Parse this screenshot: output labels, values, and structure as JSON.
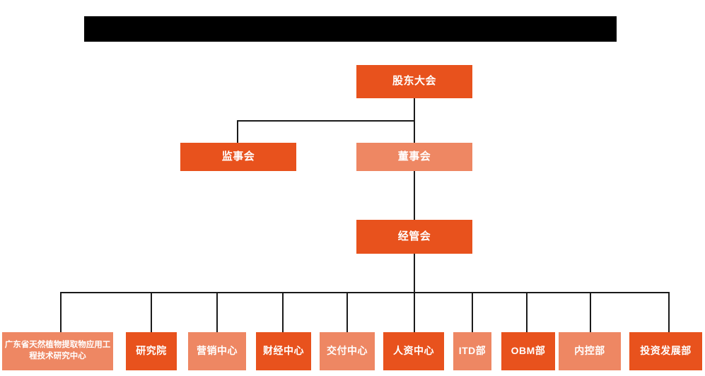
{
  "chart": {
    "type": "org-chart",
    "background_color": "#FFFFFF",
    "palette": {
      "dark_orange": "#E8521D",
      "light_orange": "#EE8763",
      "connector": "#1A1A1A",
      "redacted": "#000000",
      "text": "#FFFFFF"
    },
    "banner": {
      "label": "",
      "note": "redacted-title-bar"
    },
    "levels": [
      {
        "level": 1,
        "nodes": [
          {
            "id": "shareholders-meeting",
            "label": "股东大会",
            "tone": "dark"
          }
        ]
      },
      {
        "level": 2,
        "nodes": [
          {
            "id": "board-of-supervisors",
            "label": "监事会",
            "tone": "dark"
          },
          {
            "id": "board-of-directors",
            "label": "董事会",
            "tone": "light"
          }
        ]
      },
      {
        "level": 3,
        "nodes": [
          {
            "id": "management-committee",
            "label": "经管会",
            "tone": "dark"
          }
        ]
      },
      {
        "level": 4,
        "nodes": [
          {
            "id": "guangdong-research-center",
            "label": "广东省天然植物提取物应用工程技术研究中心",
            "tone": "light"
          },
          {
            "id": "research-institute",
            "label": "研究院",
            "tone": "dark"
          },
          {
            "id": "marketing-center",
            "label": "营销中心",
            "tone": "light"
          },
          {
            "id": "finance-center",
            "label": "财经中心",
            "tone": "dark"
          },
          {
            "id": "delivery-center",
            "label": "交付中心",
            "tone": "light"
          },
          {
            "id": "hr-center",
            "label": "人资中心",
            "tone": "dark"
          },
          {
            "id": "itd-department",
            "label": "ITD部",
            "tone": "light"
          },
          {
            "id": "obm-department",
            "label": "OBM部",
            "tone": "dark"
          },
          {
            "id": "internal-control-department",
            "label": "内控部",
            "tone": "light"
          },
          {
            "id": "investment-development-department",
            "label": "投资发展部",
            "tone": "dark"
          }
        ]
      }
    ]
  }
}
